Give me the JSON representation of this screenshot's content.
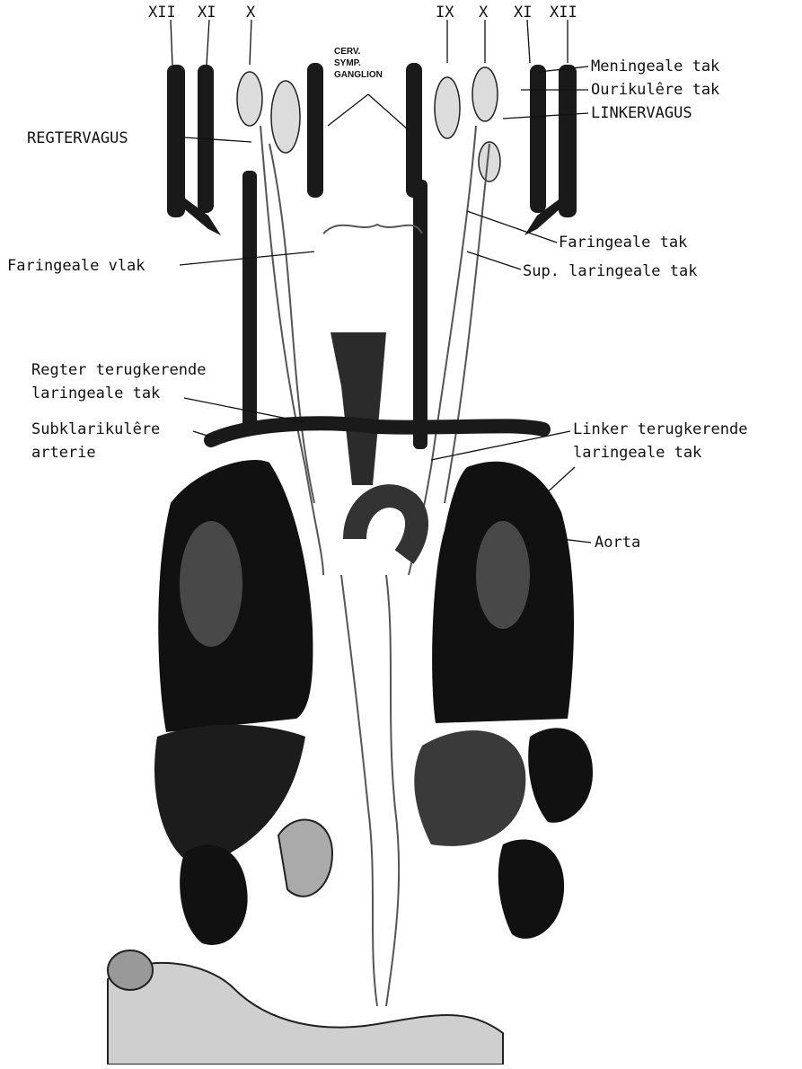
{
  "figure": {
    "top_nerve_labels_right": [
      "IX",
      "X",
      "XI",
      "XII"
    ],
    "top_nerve_labels_left": [
      "XII",
      "XI",
      "X"
    ],
    "cerv_symp_ganglion": [
      "CERV.",
      "SYMP.",
      "GANGLION"
    ],
    "labels": {
      "meningeale_tak": "Meningeale tak",
      "ourikulere_tak": "Ourikulêre tak",
      "linkervagus": "LINKERVAGUS",
      "regtervagus": "REGTERVAGUS",
      "faringeale_vlak": "Faringeale vlak",
      "faringeale_tak": "Faringeale tak",
      "sup_laringeale_tak": "Sup. laringeale tak",
      "regter_terugkerende_1": "Regter terugkerende",
      "regter_terugkerende_2": "laringeale tak",
      "subklarikulere_1": "Subklarikulêre",
      "subklarikulere_2": "arterie",
      "linker_terugkerende_1": "Linker terugkerende",
      "linker_terugkerende_2": "laringeale tak",
      "aorta": "Aorta"
    }
  }
}
